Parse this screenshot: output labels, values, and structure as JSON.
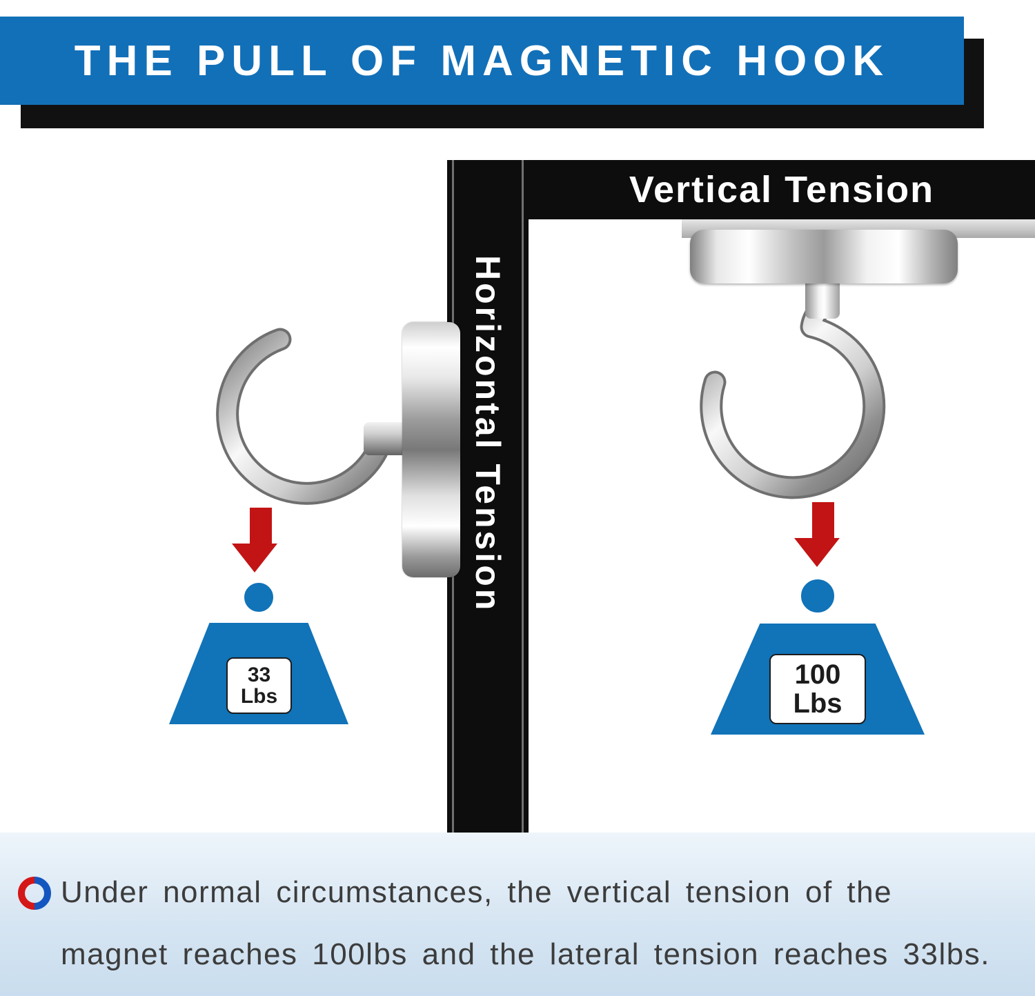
{
  "banner": {
    "title": "THE PULL OF MAGNETIC HOOK"
  },
  "diagram": {
    "ceiling_label": "Vertical Tension",
    "wall_label": "Horizontal Tension",
    "left_weight": {
      "value": "33",
      "unit": "Lbs"
    },
    "right_weight": {
      "value": "100",
      "unit": "Lbs"
    }
  },
  "footer": {
    "line1": "Under normal circumstances, the vertical tension of the",
    "line2": "magnet reaches 100lbs and the lateral tension reaches 33lbs."
  },
  "colors": {
    "banner_blue": "#1270b8",
    "weight_blue": "#1173b8",
    "arrow_red": "#c21414",
    "bar_black": "#0d0d0d",
    "footer_bg": "#d6e5f2"
  }
}
